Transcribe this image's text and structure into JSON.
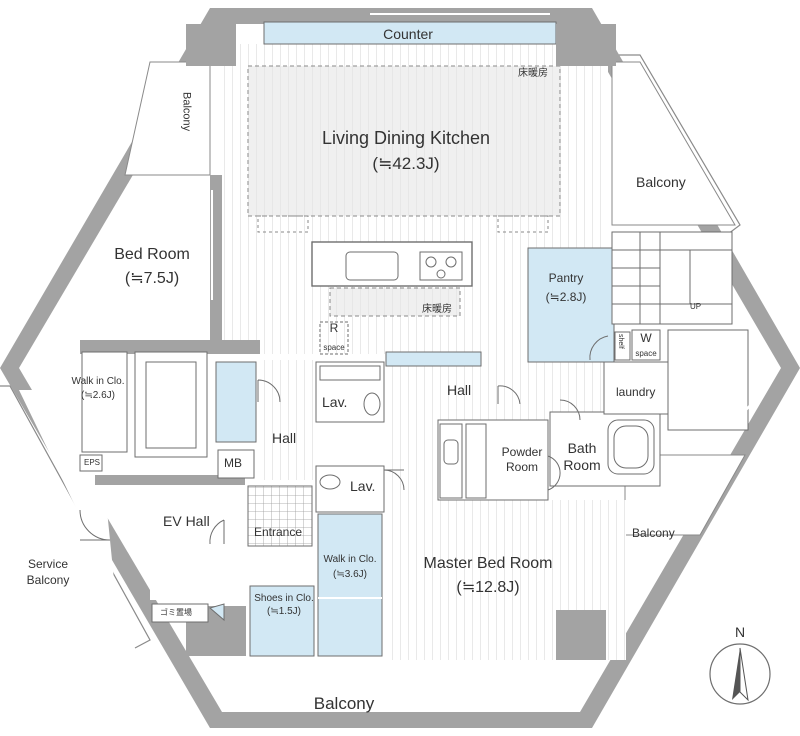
{
  "rooms": {
    "counter": "Counter",
    "floor_heating_top": "床暖房",
    "ldk_name": "Living  Dining Kitchen",
    "ldk_size": "(≒42.3J)",
    "balcony_left": "Balcony",
    "balcony_right": "Balcony",
    "bed_name": "Bed Room",
    "bed_size": "(≒7.5J)",
    "pantry_name": "Pantry",
    "pantry_size": "(≒2.8J)",
    "floor_heating_mid": "床暖房",
    "r_label": "R",
    "r_space": "space",
    "up": "UP",
    "shelf": "shelf",
    "w_label": "W",
    "w_space": "space",
    "walkin_left_name": "Walk in Clo.",
    "walkin_left_size": "(≒2.6J)",
    "lav_top": "Lav.",
    "hall_center": "Hall",
    "laundry": "laundry",
    "hall_left": "Hall",
    "powder_line1": "Powder",
    "powder_line2": "Room",
    "bath_line1": "Bath",
    "bath_line2": "Room",
    "eps": "EPS",
    "mb": "MB",
    "lav_bottom": "Lav.",
    "ev_hall": "EV  Hall",
    "entrance": "Entrance",
    "balcony_small": "Balcony",
    "walkin_center_name": "Walk in Clo.",
    "walkin_center_size": "(≒3.6J)",
    "master_name": "Master Bed Room",
    "master_size": "(≒12.8J)",
    "service_line1": "Service",
    "service_line2": "Balcony",
    "shoes_name": "Shoes in Clo.",
    "shoes_size": "(≒1.5J)",
    "trash": "ゴミ置場",
    "balcony_bottom": "Balcony",
    "north": "N"
  },
  "colors": {
    "wall": "#a3a3a3",
    "line": "#6e6e6e",
    "storage": "#d2e8f4",
    "floor_stripe": "#cfcfcf",
    "text": "#333333"
  }
}
